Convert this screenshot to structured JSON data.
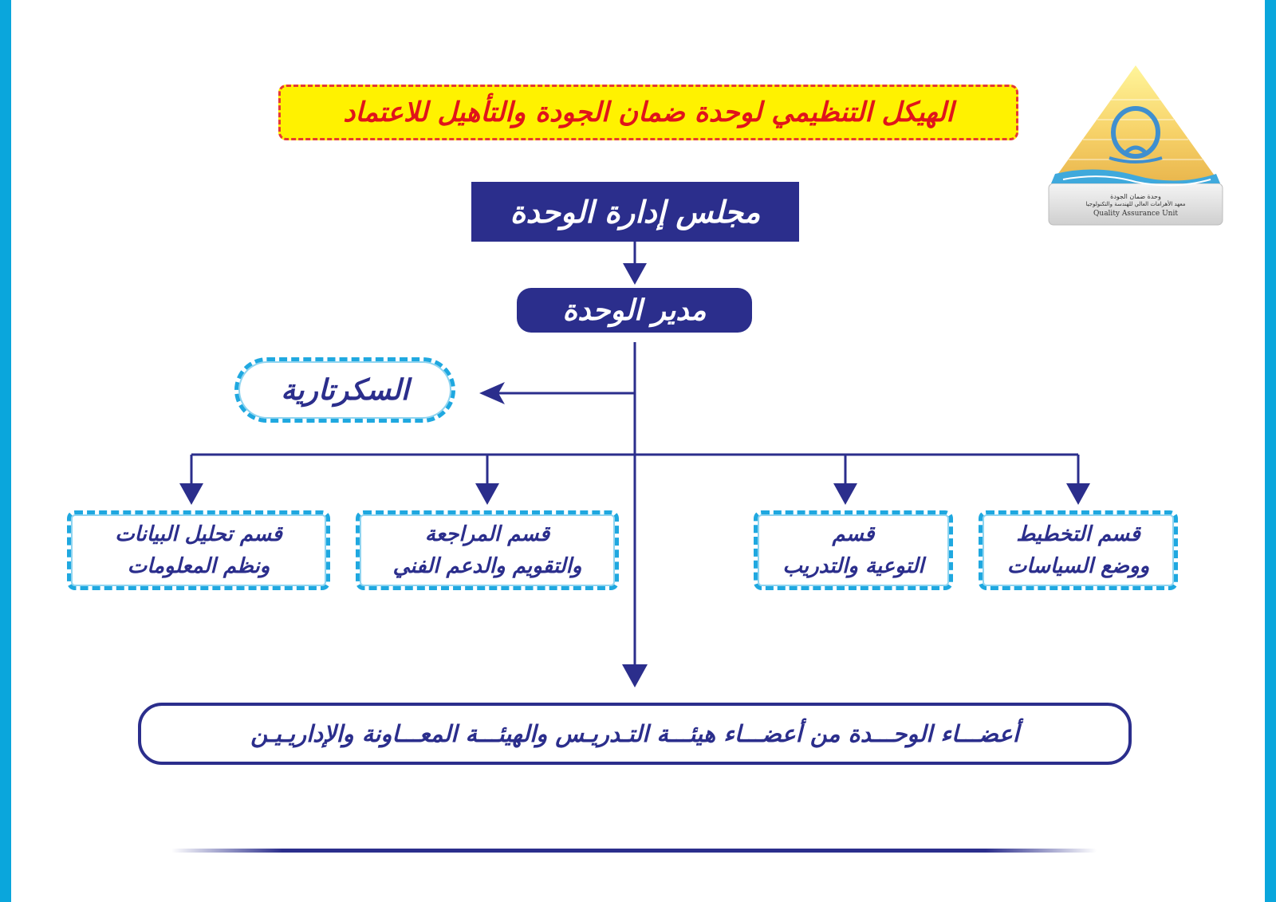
{
  "title": "الهيكل التنظيمي لوحدة ضمان الجودة والتأهيل للاعتماد",
  "logo": {
    "line1": "وحدة ضمان الجودة",
    "line2": "معهد الأهرامات العالي للهندسة والتكنولوجيا",
    "line3": "Quality Assurance Unit"
  },
  "board": "مجلس إدارة الوحدة",
  "director": "مدير الوحدة",
  "secretariat": "السكرتارية",
  "departments": [
    {
      "line1": "قسم التخطيط",
      "line2": "ووضع السياسات"
    },
    {
      "line1": "قسم",
      "line2": "التوعية والتدريب"
    },
    {
      "line1": "قسم المراجعة",
      "line2": "والتقويم والدعم الفني"
    },
    {
      "line1": "قسم تحليل البيانات",
      "line2": "ونظم المعلومات"
    }
  ],
  "members": "أعضـــاء الوحـــدة من أعضـــاء هيئـــة التـدريـس والهيئـــة المعـــاونة والإداريـيـن",
  "colors": {
    "frame": "#0aa6dc",
    "navy": "#2b2e8c",
    "cyan": "#1fa8e0",
    "title_bg": "#fff200",
    "title_text": "#e0141b"
  }
}
